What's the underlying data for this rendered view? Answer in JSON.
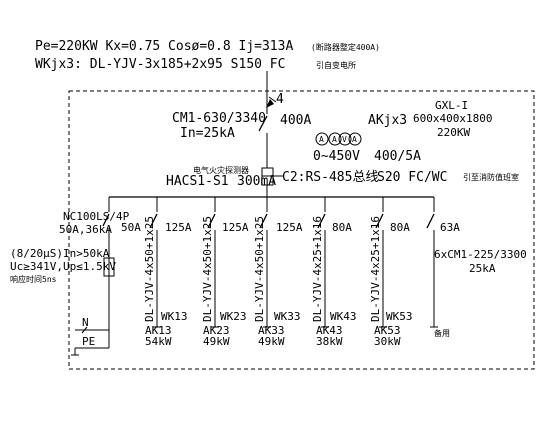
{
  "header": {
    "line1_main": "Pe=220KW Kx=0.75 Cosø=0.8 Ij=313A",
    "line1_note": "(断路器整定400A)",
    "line2_main": "WKjx3: DL-YJV-3x185+2x95 S150 FC",
    "line2_note": "引自变电所"
  },
  "incomer": {
    "node_number": "4",
    "breaker_model": "CM1-630/3340",
    "breaker_icu": "In=25kA",
    "rating": "400A",
    "panel_id": "AKjx3",
    "panel_type": "GXL-I",
    "panel_size": "600x400x1800",
    "panel_power": "220KW",
    "meter_a": "A",
    "meter_v": "V",
    "voltmeter_range": "0~450V",
    "ct_ratio": "400/5A",
    "fire_monitor_label": "电气火灾探测器",
    "fire_monitor_model": "HACS1-S1",
    "fire_monitor_rating": "300mA",
    "bus_info": "C2:RS-485总线",
    "bus_cable": "S20 FC/WC",
    "bus_note": "引至消防值班室"
  },
  "spd": {
    "breaker_model": "NC100LS/4P",
    "breaker_rating": "50A,36kA",
    "line1": "(8/20μS)In>50kA",
    "line2": "Uc≥341V,Up≤1.5kV",
    "line3": "响应时间5ns",
    "neutral_label": "N",
    "pe_label": "PE"
  },
  "branches": [
    {
      "breaker": "50A",
      "rating": "125A",
      "cable": "DL-YJV-4x50+1x25",
      "circuit": "WK13",
      "load": "AK13",
      "power": "54kW"
    },
    {
      "breaker": "",
      "rating": "125A",
      "cable": "DL-YJV-4x50+1x25",
      "circuit": "WK23",
      "load": "AK23",
      "power": "49kW"
    },
    {
      "breaker": "",
      "rating": "125A",
      "cable": "DL-YJV-4x50+1x25",
      "circuit": "WK33",
      "load": "AK33",
      "power": "49kW"
    },
    {
      "breaker": "",
      "rating": "80A",
      "cable": "DL-YJV-4x25+1x16",
      "circuit": "WK43",
      "load": "AK43",
      "power": "38kW"
    },
    {
      "breaker": "",
      "rating": "80A",
      "cable": "DL-YJV-4x25+1x16",
      "circuit": "WK53",
      "load": "AK53",
      "power": "30kW"
    },
    {
      "breaker": "",
      "rating": "63A",
      "cable": "",
      "circuit": "",
      "load": "",
      "power": "",
      "spare_label": "备用"
    }
  ],
  "outgoing_breakers": {
    "model": "6xCM1-225/3300",
    "icu": "25kA"
  }
}
